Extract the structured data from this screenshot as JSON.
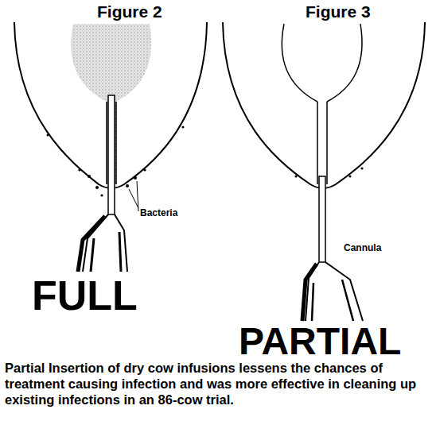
{
  "diagram": {
    "caption": "Partial Insertion of dry cow infusions lessens the chances of treatment causing infection and was more effective in cleaning up existing infections in an 86-cow trial.",
    "labels": [
      "Figure 2",
      "Figure 3",
      "Bacteria",
      "FULL",
      "Cannula",
      "PARTIAL"
    ]
  }
}
